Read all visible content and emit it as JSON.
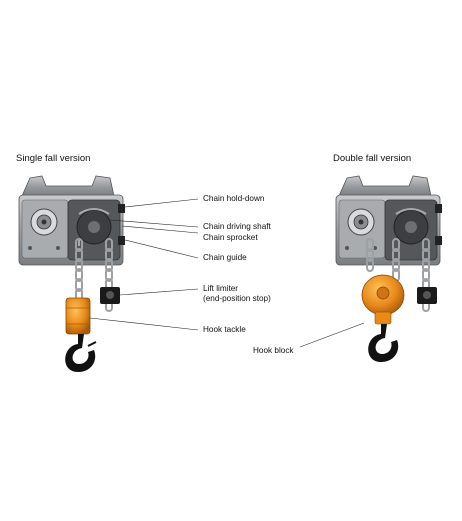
{
  "titles": {
    "single": "Single fall version",
    "double": "Double fall version"
  },
  "labels": {
    "chain_hold_down": "Chain hold-down",
    "chain_driving_shaft": "Chain driving shaft",
    "chain_sprocket": "Chain sprocket",
    "chain_guide": "Chain guide",
    "lift_limiter": "Lift limiter",
    "lift_limiter_note": "(end-position stop)",
    "hook_tackle": "Hook tackle",
    "hook_block": "Hook block"
  },
  "colors": {
    "housing": "#8a8d90",
    "housing_dark": "#4a4c4f",
    "chain": "#b9bcbf",
    "hook_body": "#e8891a",
    "hook": "#111111",
    "leader": "#222222"
  }
}
